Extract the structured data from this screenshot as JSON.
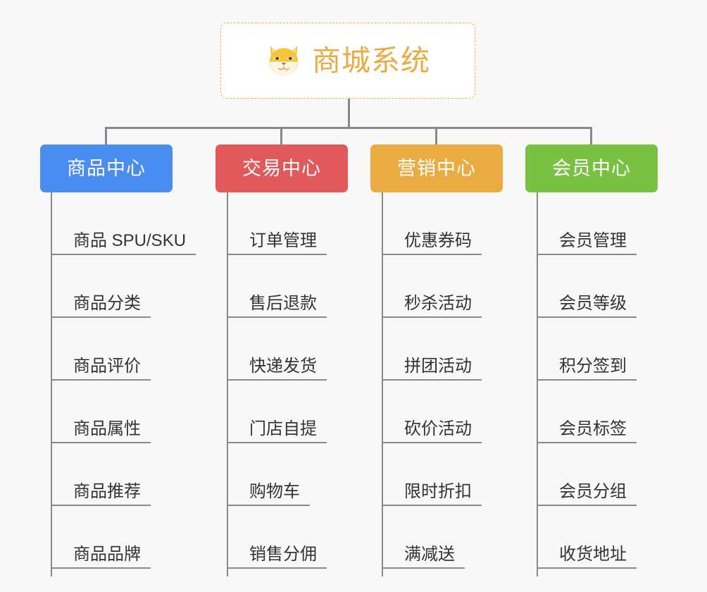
{
  "page": {
    "background_color": "#f8f8f8",
    "type": "mindmap"
  },
  "root": {
    "icon": "shiba-dog-face-icon",
    "title": "商城系统",
    "title_color": "#e9ab42",
    "border_color": "#e9b44c",
    "background_color": "#ffffff"
  },
  "branches": [
    {
      "label": "商品中心",
      "color": "#4a8cf0",
      "items": [
        "商品 SPU/SKU",
        "商品分类",
        "商品评价",
        "商品属性",
        "商品推荐",
        "商品品牌"
      ]
    },
    {
      "label": "交易中心",
      "color": "#e2595c",
      "items": [
        "订单管理",
        "售后退款",
        "快递发货",
        "门店自提",
        "购物车",
        "销售分佣"
      ]
    },
    {
      "label": "营销中心",
      "color": "#e9ab42",
      "items": [
        "优惠券码",
        "秒杀活动",
        "拼团活动",
        "砍价活动",
        "限时折扣",
        "满减送"
      ]
    },
    {
      "label": "会员中心",
      "color": "#7ac143",
      "items": [
        "会员管理",
        "会员等级",
        "积分签到",
        "会员标签",
        "会员分组",
        "收货地址"
      ]
    }
  ],
  "connector_color": "#888888",
  "leaf_line_color": "#8a8a8a",
  "leaf_text_color": "#333333"
}
